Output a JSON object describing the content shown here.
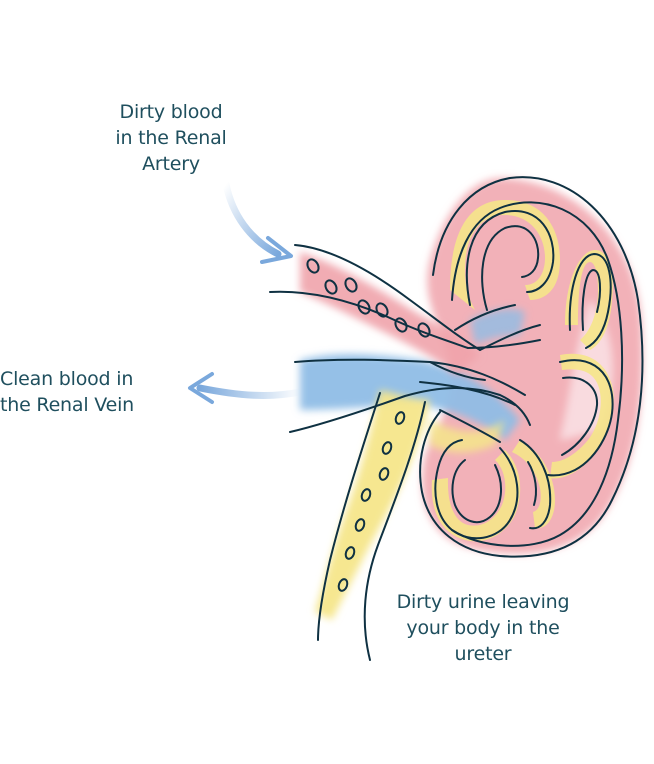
{
  "labels": {
    "artery": [
      "Dirty blood",
      "in the Renal",
      "Artery"
    ],
    "vein": [
      "Clean blood in",
      "the Renal Vein"
    ],
    "ureter": [
      "Dirty urine leaving",
      "your body in the",
      "ureter"
    ]
  },
  "colors": {
    "text": "#1f4f5e",
    "outline": "#0f3142",
    "kidney_red": "#f0a3ab",
    "kidney_pink": "#f7c9cd",
    "tubule_yellow": "#f5e68a",
    "vein_blue": "#8fbde6",
    "arrow_blue": "#7aa8dc"
  }
}
